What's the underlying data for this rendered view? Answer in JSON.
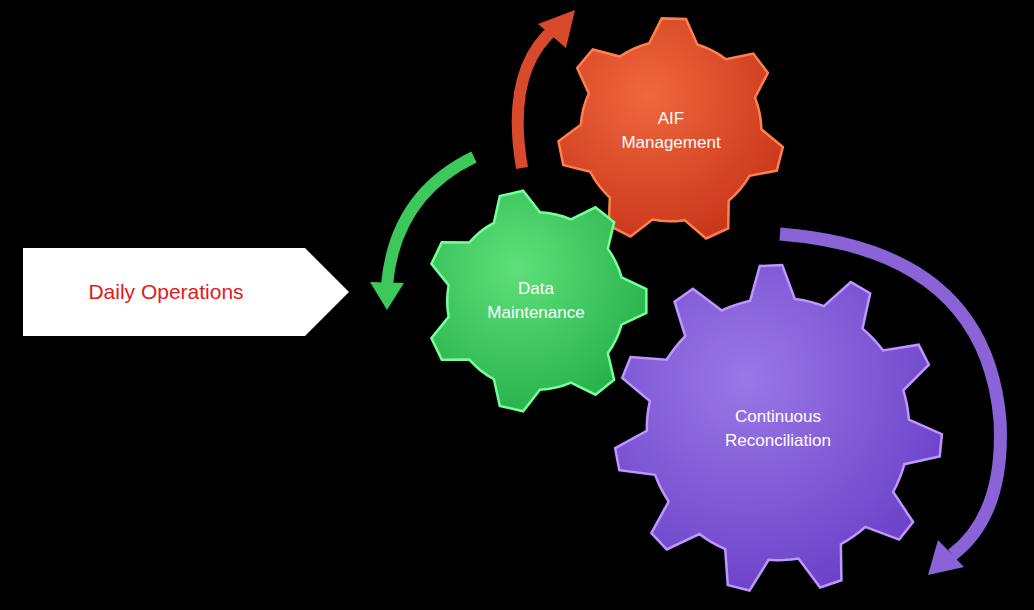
{
  "diagram": {
    "nodes": [
      {
        "text": [
          "Daily Operations"
        ]
      },
      {
        "text": [
          "AIF Management"
        ]
      },
      {
        "text": [
          "Data Maintenance"
        ]
      },
      {
        "text": [
          "Continuous Reconciliation"
        ]
      }
    ]
  }
}
